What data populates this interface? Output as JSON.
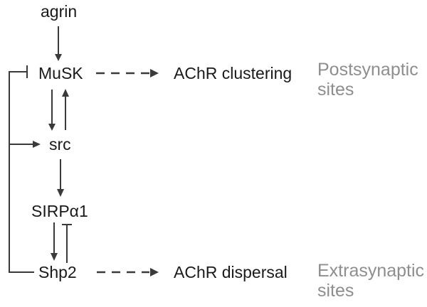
{
  "nodes": {
    "agrin": "agrin",
    "musk": "MuSK",
    "src": "src",
    "sirpa1": "SIRPα1",
    "shp2": "Shp2",
    "achr_clustering": "AChR clustering",
    "achr_dispersal": "AChR dispersal"
  },
  "regions": {
    "postsynaptic": {
      "line1": "Postsynaptic",
      "line2": "sites"
    },
    "extrasynaptic": {
      "line1": "Extrasynaptic",
      "line2": "sites"
    }
  },
  "edges": [
    {
      "from": "agrin",
      "to": "MuSK",
      "type": "activation",
      "style": "solid"
    },
    {
      "from": "MuSK",
      "to": "src",
      "type": "activation",
      "style": "solid"
    },
    {
      "from": "src",
      "to": "MuSK",
      "type": "activation",
      "style": "solid"
    },
    {
      "from": "src",
      "to": "SIRPα1",
      "type": "activation",
      "style": "solid"
    },
    {
      "from": "SIRPα1",
      "to": "Shp2",
      "type": "activation",
      "style": "solid"
    },
    {
      "from": "Shp2",
      "to": "SIRPα1",
      "type": "inhibition",
      "style": "solid"
    },
    {
      "from": "Shp2",
      "to": "MuSK",
      "type": "inhibition",
      "style": "solid"
    },
    {
      "from": "Shp2",
      "to": "src",
      "type": "activation",
      "style": "solid"
    },
    {
      "from": "MuSK",
      "to": "AChR clustering",
      "type": "leads-to",
      "style": "dashed"
    },
    {
      "from": "Shp2",
      "to": "AChR dispersal",
      "type": "leads-to",
      "style": "dashed"
    }
  ],
  "colors": {
    "background": "#ffffff",
    "text": "#1a1a1a",
    "line": "#3a3a3a",
    "region_label": "#8e8e8e"
  }
}
